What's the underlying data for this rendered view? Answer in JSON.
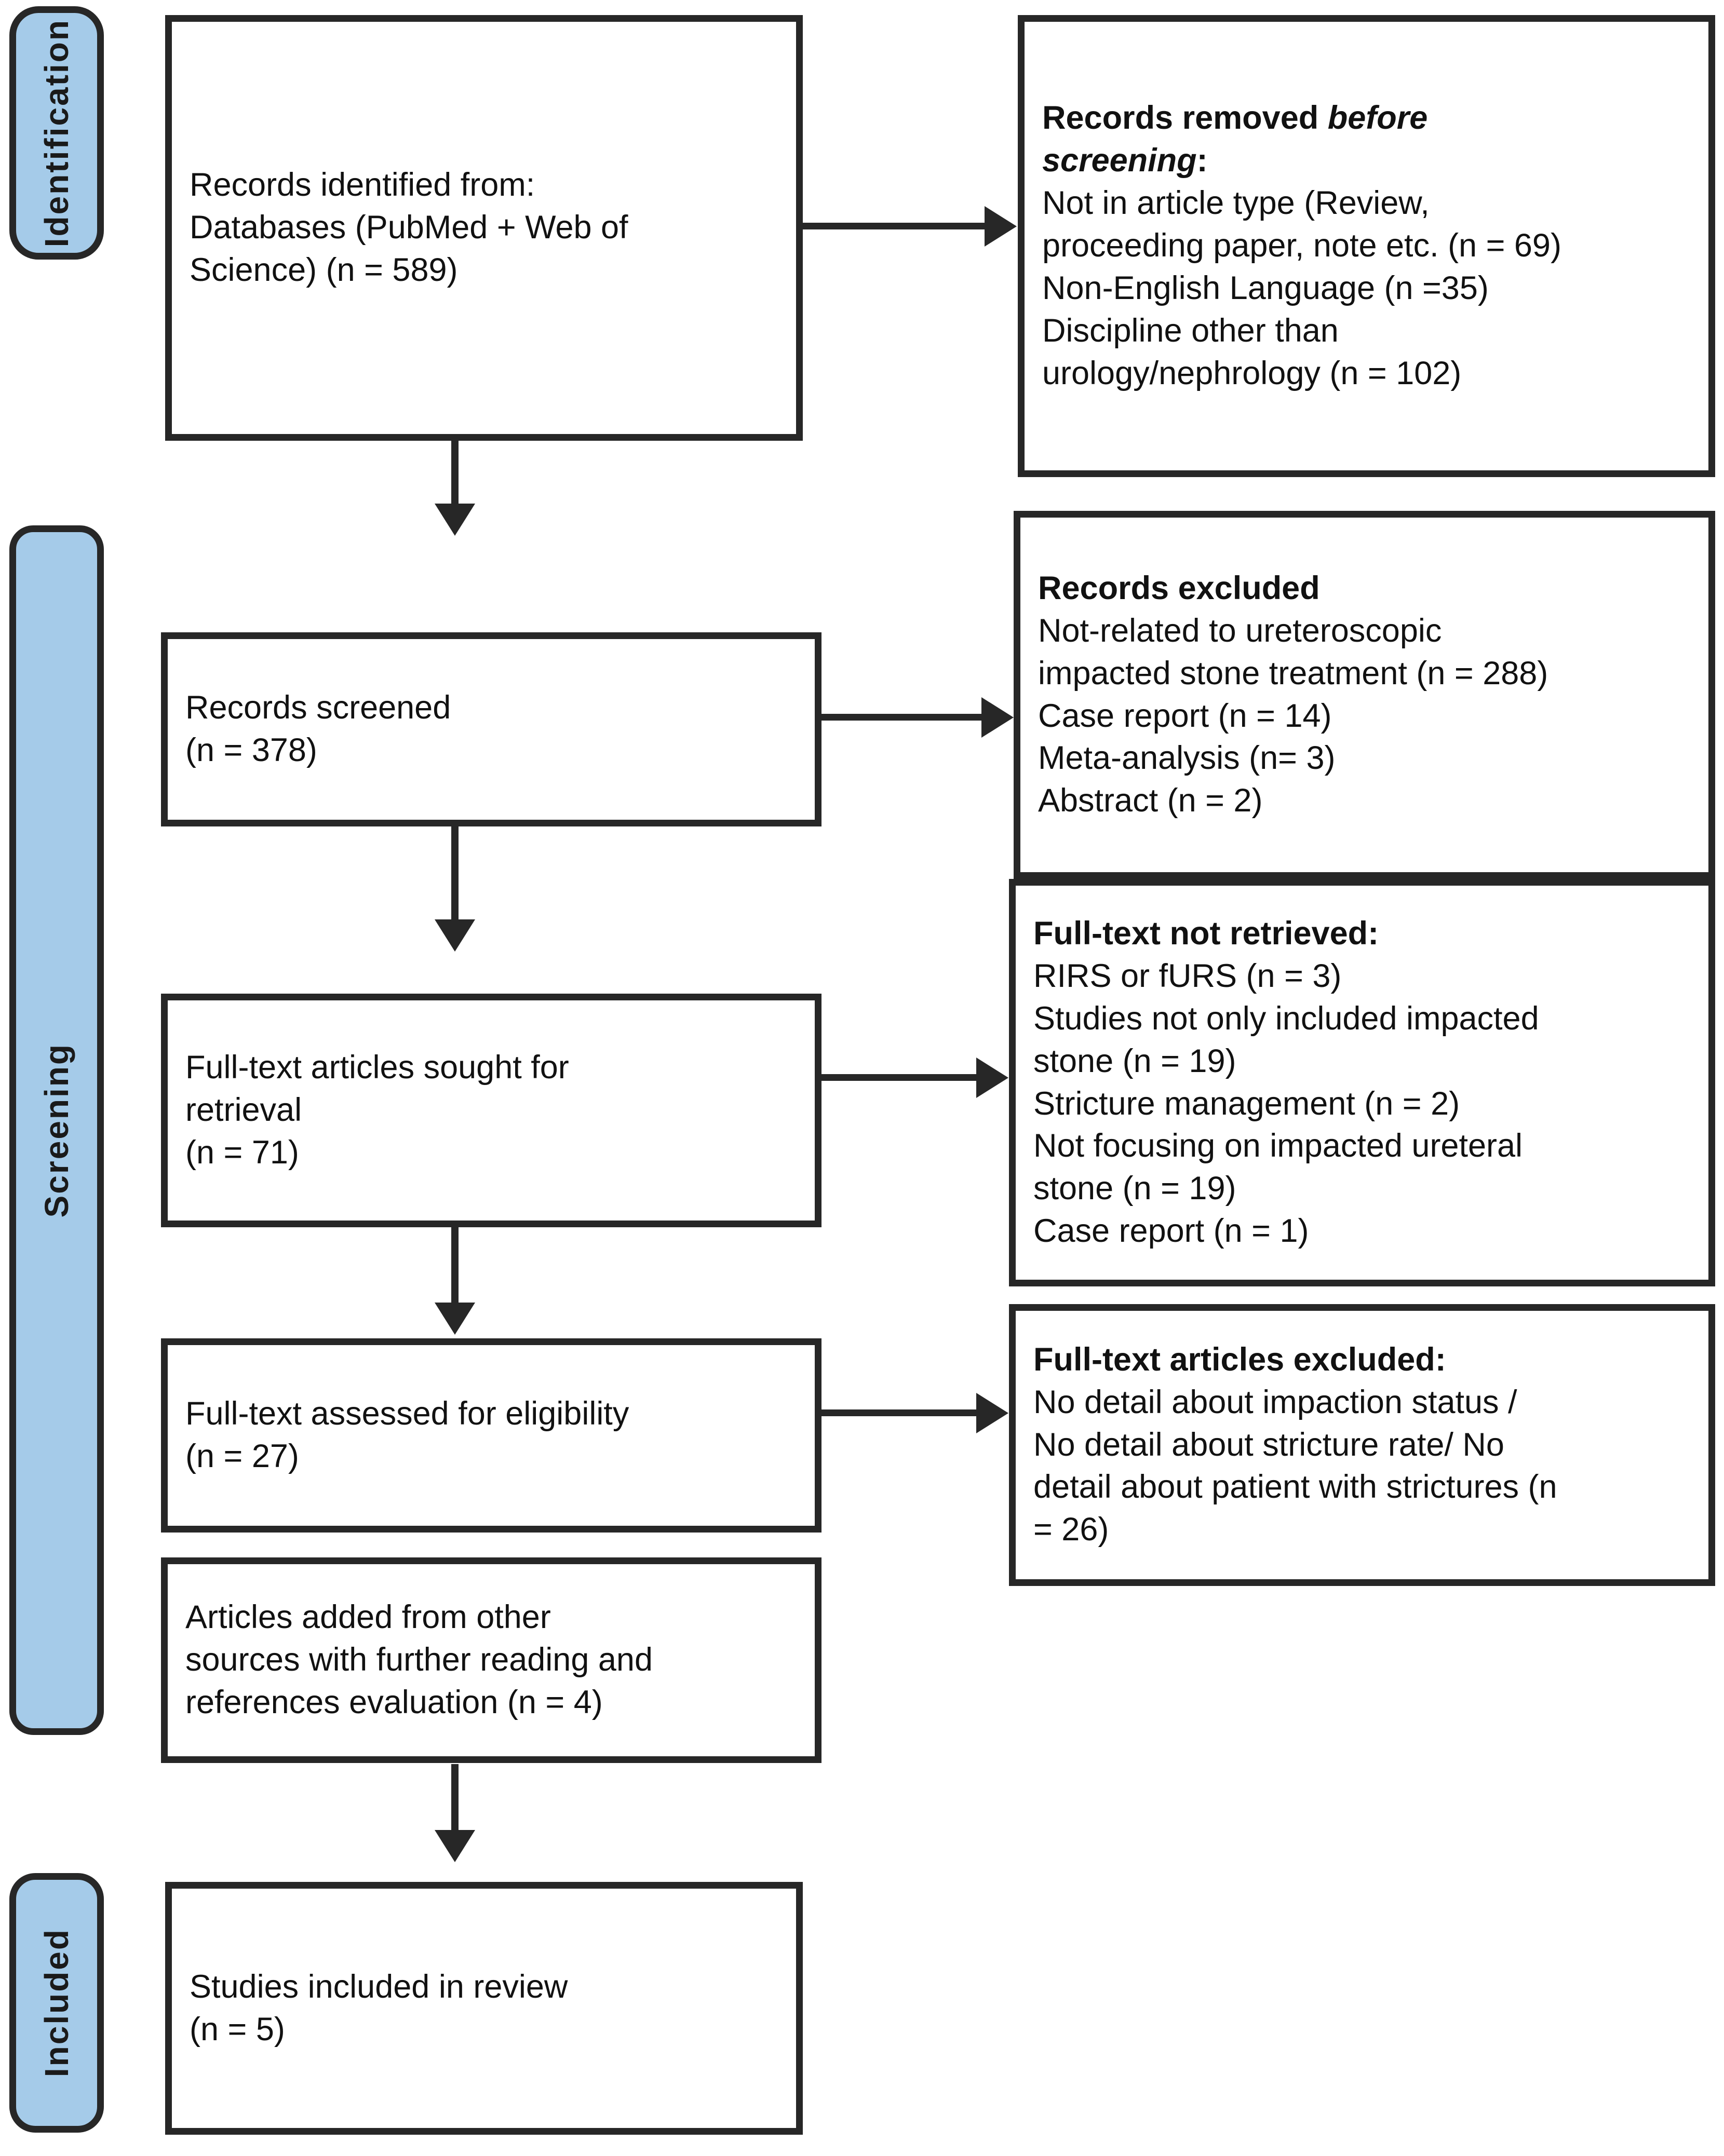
{
  "diagram": {
    "type": "prisma-flow-diagram",
    "accent_color": "#a5cbe9",
    "line_color": "#272727",
    "text_color": "#111111"
  },
  "stages": [
    {
      "id": "identification",
      "label": "Identification"
    },
    {
      "id": "screening",
      "label": "Screening"
    },
    {
      "id": "included",
      "label": "Included"
    }
  ],
  "boxes": {
    "records_identified": {
      "line1": "Records identified from:",
      "line2": "Databases (PubMed + Web of",
      "line3": "Science) (n = 589)"
    },
    "records_removed_before_screening": {
      "heading_a": "Records removed ",
      "heading_b": "before",
      "heading_c": "screening",
      "heading_d": ":",
      "line1": "Not in article type (Review,",
      "line2": "proceeding paper, note etc. (n = 69)",
      "line3": "Non-English Language (n =35)",
      "line4": "Discipline other than",
      "line5": "urology/nephrology (n = 102)"
    },
    "records_screened": {
      "line1": "Records screened",
      "line2": "(n = 378)"
    },
    "records_excluded": {
      "heading": "Records excluded",
      "line1": "Not-related to ureteroscopic",
      "line2": "impacted stone treatment (n = 288)",
      "line3": "Case report (n = 14)",
      "line4": "Meta-analysis (n= 3)",
      "line5": "Abstract (n = 2)"
    },
    "fulltext_sought": {
      "line1": "Full-text articles sought for",
      "line2": "retrieval",
      "line3": "(n = 71)"
    },
    "fulltext_not_retrieved": {
      "heading": "Full-text not retrieved:",
      "line1": "RIRS or fURS (n = 3)",
      "line2": "Studies not only included impacted",
      "line3": "stone (n = 19)",
      "line4": "Stricture management (n = 2)",
      "line5": "Not focusing on impacted ureteral",
      "line6": "stone (n = 19)",
      "line7": "Case report (n = 1)"
    },
    "fulltext_assessed": {
      "line1": "Full-text assessed for eligibility",
      "line2": "(n = 27)"
    },
    "fulltext_excluded": {
      "heading": "Full-text articles excluded:",
      "line1": "No detail about impaction status /",
      "line2": "No detail about stricture rate/ No",
      "line3": "detail about patient with strictures (n",
      "line4": "= 26)"
    },
    "articles_added": {
      "line1": "Articles added from other",
      "line2": "sources with further reading and",
      "line3": "references evaluation (n = 4)"
    },
    "studies_included": {
      "line1": "Studies included in review",
      "line2": "(n = 5)"
    }
  },
  "chart_data": {
    "type": "diagram",
    "title": "PRISMA flow diagram",
    "nodes": [
      {
        "id": "records_identified",
        "stage": "Identification",
        "label": "Records identified from: Databases (PubMed + Web of Science)",
        "n": 589
      },
      {
        "id": "records_removed_before_screening",
        "stage": "Identification",
        "label": "Records removed before screening",
        "reasons": [
          {
            "label": "Not in article type (Review, proceeding paper, note etc.)",
            "n": 69
          },
          {
            "label": "Non-English Language",
            "n": 35
          },
          {
            "label": "Discipline other than urology/nephrology",
            "n": 102
          }
        ]
      },
      {
        "id": "records_screened",
        "stage": "Screening",
        "label": "Records screened",
        "n": 378
      },
      {
        "id": "records_excluded",
        "stage": "Screening",
        "label": "Records excluded",
        "reasons": [
          {
            "label": "Not-related to ureteroscopic impacted stone treatment",
            "n": 288
          },
          {
            "label": "Case report",
            "n": 14
          },
          {
            "label": "Meta-analysis",
            "n": 3
          },
          {
            "label": "Abstract",
            "n": 2
          }
        ]
      },
      {
        "id": "fulltext_sought",
        "stage": "Screening",
        "label": "Full-text articles sought for retrieval",
        "n": 71
      },
      {
        "id": "fulltext_not_retrieved",
        "stage": "Screening",
        "label": "Full-text not retrieved",
        "reasons": [
          {
            "label": "RIRS or fURS",
            "n": 3
          },
          {
            "label": "Studies not only included impacted stone",
            "n": 19
          },
          {
            "label": "Stricture management",
            "n": 2
          },
          {
            "label": "Not focusing on impacted ureteral stone",
            "n": 19
          },
          {
            "label": "Case report",
            "n": 1
          }
        ]
      },
      {
        "id": "fulltext_assessed",
        "stage": "Screening",
        "label": "Full-text assessed for eligibility",
        "n": 27
      },
      {
        "id": "fulltext_excluded",
        "stage": "Screening",
        "label": "Full-text articles excluded",
        "reasons": [
          {
            "label": "No detail about impaction status / No detail about stricture rate/ No detail about patient with strictures",
            "n": 26
          }
        ]
      },
      {
        "id": "articles_added",
        "stage": "Screening",
        "label": "Articles added from other sources with further reading and references evaluation",
        "n": 4
      },
      {
        "id": "studies_included",
        "stage": "Included",
        "label": "Studies included in review",
        "n": 5
      }
    ],
    "edges": [
      {
        "from": "records_identified",
        "to": "records_removed_before_screening",
        "direction": "right"
      },
      {
        "from": "records_identified",
        "to": "records_screened",
        "direction": "down"
      },
      {
        "from": "records_screened",
        "to": "records_excluded",
        "direction": "right"
      },
      {
        "from": "records_screened",
        "to": "fulltext_sought",
        "direction": "down"
      },
      {
        "from": "fulltext_sought",
        "to": "fulltext_not_retrieved",
        "direction": "right"
      },
      {
        "from": "fulltext_sought",
        "to": "fulltext_assessed",
        "direction": "down"
      },
      {
        "from": "fulltext_assessed",
        "to": "fulltext_excluded",
        "direction": "right"
      },
      {
        "from": "articles_added",
        "to": "studies_included",
        "direction": "down"
      }
    ]
  }
}
